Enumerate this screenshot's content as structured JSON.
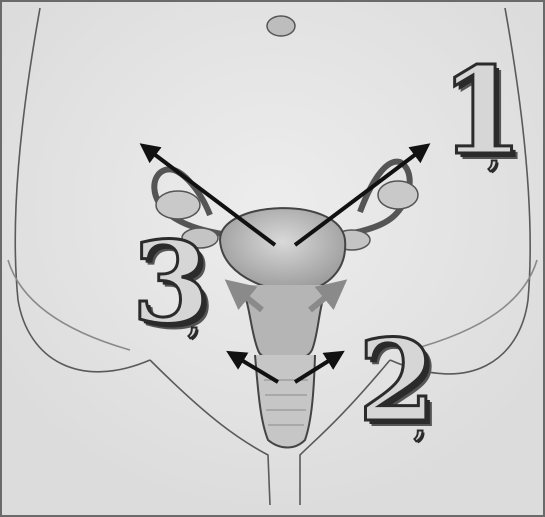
{
  "labels": {
    "one": {
      "num": "1",
      "suffix": ","
    },
    "two": {
      "num": "2",
      "suffix": ","
    },
    "three": {
      "num": "3",
      "suffix": ","
    }
  },
  "colors": {
    "background": "#e9e9e9",
    "line": "#4a4a4a",
    "arrow": "#111111",
    "organ": "#bdbdbd",
    "organ_dark": "#8f8f8f"
  }
}
